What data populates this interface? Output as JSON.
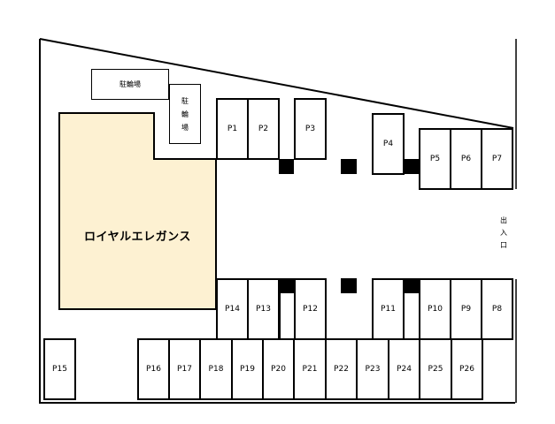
{
  "building": {
    "name": "ロイヤルエレガンス",
    "fill_color": "#FDF1D2"
  },
  "bicycle_parking": {
    "horizontal_label": "駐輪場",
    "vertical_chars": [
      "駐",
      "輪",
      "場"
    ]
  },
  "entrance": {
    "chars": [
      "出",
      "入",
      "口"
    ]
  },
  "colors": {
    "line": "#000000",
    "background": "#FFFFFF",
    "pillar": "#000000"
  },
  "spaces": {
    "top_row": [
      "P1",
      "P2",
      "P3",
      "P4",
      "P5",
      "P6",
      "P7"
    ],
    "middle_row": [
      "P14",
      "P13",
      "P12",
      "P11",
      "P10",
      "P9",
      "P8"
    ],
    "bottom_row": [
      "P15",
      "P16",
      "P17",
      "P18",
      "P19",
      "P20",
      "P21",
      "P22",
      "P23",
      "P24",
      "P25",
      "P26"
    ]
  },
  "total_spaces": 26
}
